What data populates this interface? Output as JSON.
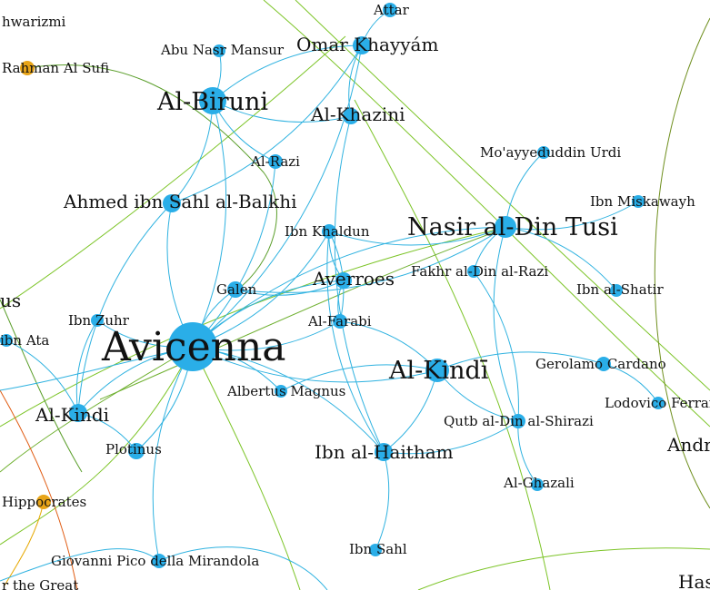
{
  "colors": {
    "node_blue": "#2aaee8",
    "node_orange": "#e8a418",
    "edge_blue": "#2fb2e0",
    "edge_green": "#7cc427",
    "edge_darkgreen": "#5a9e2a",
    "edge_olive": "#6f8f1e",
    "edge_orange": "#e05a10",
    "edge_amber": "#e6a800"
  },
  "nodes": [
    {
      "id": "avicenna",
      "label": "Avicenna",
      "color": "blue",
      "size": "xl"
    },
    {
      "id": "biruni",
      "label": "Al-Biruni",
      "color": "blue",
      "size": "lg"
    },
    {
      "id": "tusi",
      "label": "Nasir al-Din Tusi",
      "color": "blue",
      "size": "lg"
    },
    {
      "id": "kindi2",
      "label": "Al-Kindī",
      "color": "blue",
      "size": "lg"
    },
    {
      "id": "kindi",
      "label": "Al-Kindi",
      "color": "blue",
      "size": "md"
    },
    {
      "id": "haitham",
      "label": "Ibn al-Haitham",
      "color": "blue",
      "size": "md"
    },
    {
      "id": "khayyam",
      "label": "Omar Khayyám",
      "color": "blue",
      "size": "md"
    },
    {
      "id": "balkhi",
      "label": "Ahmed ibn Sahl al-Balkhi",
      "color": "blue",
      "size": "md"
    },
    {
      "id": "attar",
      "label": "Attar",
      "color": "blue",
      "size": "sm"
    },
    {
      "id": "abunasr",
      "label": "Abu Nasr Mansur",
      "color": "blue",
      "size": "sm"
    },
    {
      "id": "khazini",
      "label": "Al-Khazini",
      "color": "blue",
      "size": "md"
    },
    {
      "id": "razi",
      "label": "Al-Razi",
      "color": "blue",
      "size": "sm"
    },
    {
      "id": "urdi",
      "label": "Mo'ayyeduddin Urdi",
      "color": "blue",
      "size": "sm"
    },
    {
      "id": "miskawayh",
      "label": "Ibn Miskawayh",
      "color": "blue",
      "size": "sm"
    },
    {
      "id": "khaldun",
      "label": "Ibn Khaldun",
      "color": "blue",
      "size": "sm"
    },
    {
      "id": "fakhr",
      "label": "Fakhr al-Din al-Razi",
      "color": "blue",
      "size": "sm"
    },
    {
      "id": "shatir",
      "label": "Ibn al-Shatir",
      "color": "blue",
      "size": "sm"
    },
    {
      "id": "averroes",
      "label": "Averroes",
      "color": "blue",
      "size": "md"
    },
    {
      "id": "galen",
      "label": "Galen",
      "color": "blue",
      "size": "sm"
    },
    {
      "id": "farabi",
      "label": "Al-Farabi",
      "color": "blue",
      "size": "sm"
    },
    {
      "id": "zuhr",
      "label": "Ibn Zuhr",
      "color": "blue",
      "size": "sm"
    },
    {
      "id": "ibnata",
      "label": "ibn Ata",
      "color": "blue",
      "size": "sm"
    },
    {
      "id": "albertus",
      "label": "Albertus Magnus",
      "color": "blue",
      "size": "sm"
    },
    {
      "id": "cardano",
      "label": "Gerolamo Cardano",
      "color": "blue",
      "size": "sm"
    },
    {
      "id": "ferrari",
      "label": "Lodovico Ferrari",
      "color": "blue",
      "size": "sm"
    },
    {
      "id": "shirazi",
      "label": "Qutb al-Din al-Shirazi",
      "color": "blue",
      "size": "sm"
    },
    {
      "id": "plotinus",
      "label": "Plotinus",
      "color": "blue",
      "size": "sm"
    },
    {
      "id": "ghazali",
      "label": "Al-Ghazali",
      "color": "blue",
      "size": "sm"
    },
    {
      "id": "hippocrates",
      "label": "Hippocrates",
      "color": "orange",
      "size": "sm"
    },
    {
      "id": "pico",
      "label": "Giovanni Pico della Mirandola",
      "color": "blue",
      "size": "sm"
    },
    {
      "id": "ibnsahl",
      "label": "Ibn Sahl",
      "color": "blue",
      "size": "sm"
    },
    {
      "id": "sufi",
      "label": "Rahman Al Sufi",
      "color": "orange",
      "size": "sm"
    },
    {
      "id": "khwarizmi",
      "label": "hwarizmi",
      "color": "none",
      "size": "sm"
    },
    {
      "id": "us",
      "label": "us",
      "color": "none",
      "size": "md"
    },
    {
      "id": "andre",
      "label": "Andre",
      "color": "none",
      "size": "md"
    },
    {
      "id": "great",
      "label": "r the Great",
      "color": "none",
      "size": "sm"
    },
    {
      "id": "has",
      "label": "Has",
      "color": "none",
      "size": "md"
    }
  ],
  "edges": [
    [
      "avicenna",
      "biruni"
    ],
    [
      "avicenna",
      "balkhi"
    ],
    [
      "avicenna",
      "razi"
    ],
    [
      "avicenna",
      "galen"
    ],
    [
      "avicenna",
      "farabi"
    ],
    [
      "avicenna",
      "averroes"
    ],
    [
      "avicenna",
      "khaldun"
    ],
    [
      "avicenna",
      "albertus"
    ],
    [
      "avicenna",
      "kindi"
    ],
    [
      "avicenna",
      "plotinus"
    ],
    [
      "avicenna",
      "pico"
    ],
    [
      "avicenna",
      "zuhr"
    ],
    [
      "avicenna",
      "kindi2"
    ],
    [
      "avicenna",
      "tusi"
    ],
    [
      "avicenna",
      "khayyam"
    ],
    [
      "avicenna",
      "haitham"
    ],
    [
      "biruni",
      "abunasr"
    ],
    [
      "biruni",
      "khayyam"
    ],
    [
      "biruni",
      "razi"
    ],
    [
      "biruni",
      "balkhi"
    ],
    [
      "biruni",
      "khazini"
    ],
    [
      "khayyam",
      "attar"
    ],
    [
      "khayyam",
      "khazini"
    ],
    [
      "khayyam",
      "balkhi"
    ],
    [
      "khazini",
      "haitham"
    ],
    [
      "tusi",
      "urdi"
    ],
    [
      "tusi",
      "miskawayh"
    ],
    [
      "tusi",
      "khaldun"
    ],
    [
      "tusi",
      "fakhr"
    ],
    [
      "tusi",
      "shatir"
    ],
    [
      "tusi",
      "shirazi"
    ],
    [
      "tusi",
      "galen"
    ],
    [
      "kindi2",
      "farabi"
    ],
    [
      "kindi2",
      "cardano"
    ],
    [
      "kindi2",
      "albertus"
    ],
    [
      "kindi2",
      "haitham"
    ],
    [
      "kindi2",
      "shirazi"
    ],
    [
      "cardano",
      "ferrari"
    ],
    [
      "shirazi",
      "ghazali"
    ],
    [
      "haitham",
      "ibnsahl"
    ],
    [
      "haitham",
      "shirazi"
    ],
    [
      "farabi",
      "averroes"
    ],
    [
      "galen",
      "averroes"
    ],
    [
      "kindi",
      "plotinus"
    ],
    [
      "kindi",
      "ibnata"
    ],
    [
      "kindi",
      "zuhr"
    ],
    [
      "khaldun",
      "averroes"
    ],
    [
      "haitham",
      "khaldun"
    ],
    [
      "farabi",
      "khaldun"
    ],
    [
      "kindi",
      "balkhi"
    ],
    [
      "shirazi",
      "fakhr"
    ]
  ]
}
